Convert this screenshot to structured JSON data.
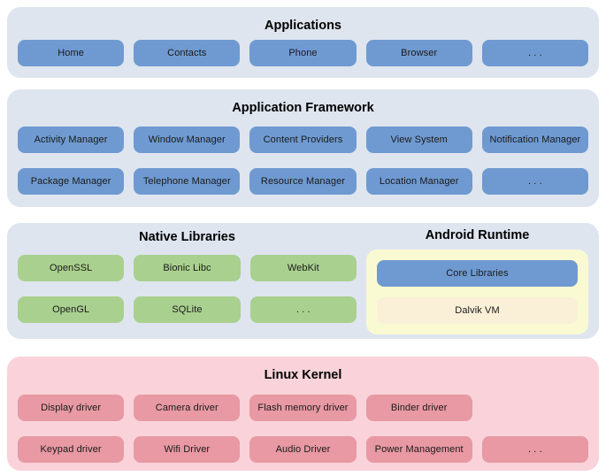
{
  "colors": {
    "section_background": "#dee5ef",
    "kernel_background": "#f9d3d9",
    "blue_box": "#6f9ad1",
    "green_box": "#a9d08e",
    "pink_box": "#e899a3",
    "runtime_container": "#fafad2",
    "cream_box": "#faf0d8",
    "text": "#1a1a1a",
    "title": "#000000"
  },
  "sections": [
    {
      "id": "applications",
      "title": "Applications",
      "rows": [
        [
          "Home",
          "Contacts",
          "Phone",
          "Browser",
          ". . ."
        ]
      ]
    },
    {
      "id": "application-framework",
      "title": "Application Framework",
      "rows": [
        [
          "Activity Manager",
          "Window Manager",
          "Content Providers",
          "View System",
          "Notification Manager"
        ],
        [
          "Package Manager",
          "Telephone Manager",
          "Resource Manager",
          "Location Manager",
          ". . ."
        ]
      ]
    },
    {
      "id": "libraries-and-runtime",
      "native_libraries": {
        "title": "Native Libraries",
        "rows": [
          [
            "OpenSSL",
            "Bionic Libc",
            "WebKit"
          ],
          [
            "OpenGL",
            "SQLite",
            ". . ."
          ]
        ]
      },
      "android_runtime": {
        "title": "Android Runtime",
        "items": [
          "Core Libraries",
          "Dalvik VM"
        ]
      }
    },
    {
      "id": "linux-kernel",
      "title": "Linux Kernel",
      "rows": [
        [
          "Display driver",
          "Camera driver",
          "Flash memory driver",
          "Binder driver"
        ],
        [
          "Keypad driver",
          "Wifi Driver",
          "Audio Driver",
          "Power Management",
          ". . ."
        ]
      ]
    }
  ]
}
